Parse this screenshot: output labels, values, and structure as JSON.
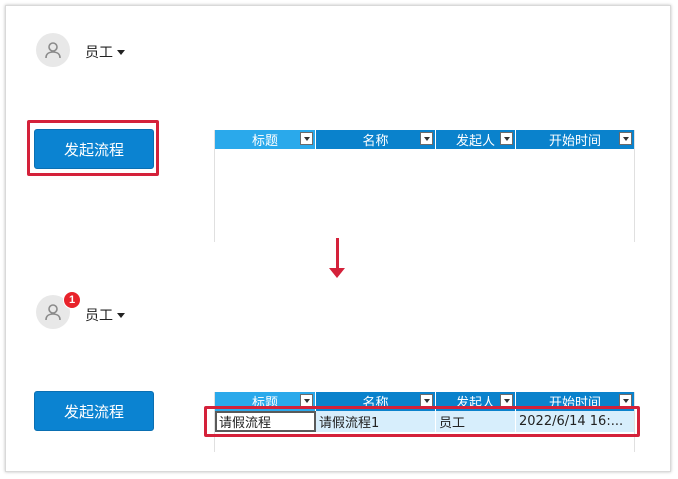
{
  "top": {
    "user": {
      "name": "员工"
    },
    "start_button": "发起流程",
    "table": {
      "columns": [
        "标题",
        "名称",
        "发起人",
        "开始时间"
      ],
      "rows": []
    }
  },
  "bottom": {
    "user": {
      "name": "员工",
      "badge_count": "1"
    },
    "start_button": "发起流程",
    "table": {
      "columns": [
        "标题",
        "名称",
        "发起人",
        "开始时间"
      ],
      "rows": [
        [
          "请假流程",
          "请假流程1",
          "员工",
          "2022/6/14 16:..."
        ]
      ]
    }
  },
  "colors": {
    "accent_blue": "#0b83d1",
    "header_selected": "#2aa9eb",
    "highlight_red": "#d4213a",
    "badge_red": "#e8232b"
  },
  "icons": {
    "avatar": "user-icon",
    "filter": "filter-dropdown-icon",
    "arrow": "arrow-down-icon"
  }
}
